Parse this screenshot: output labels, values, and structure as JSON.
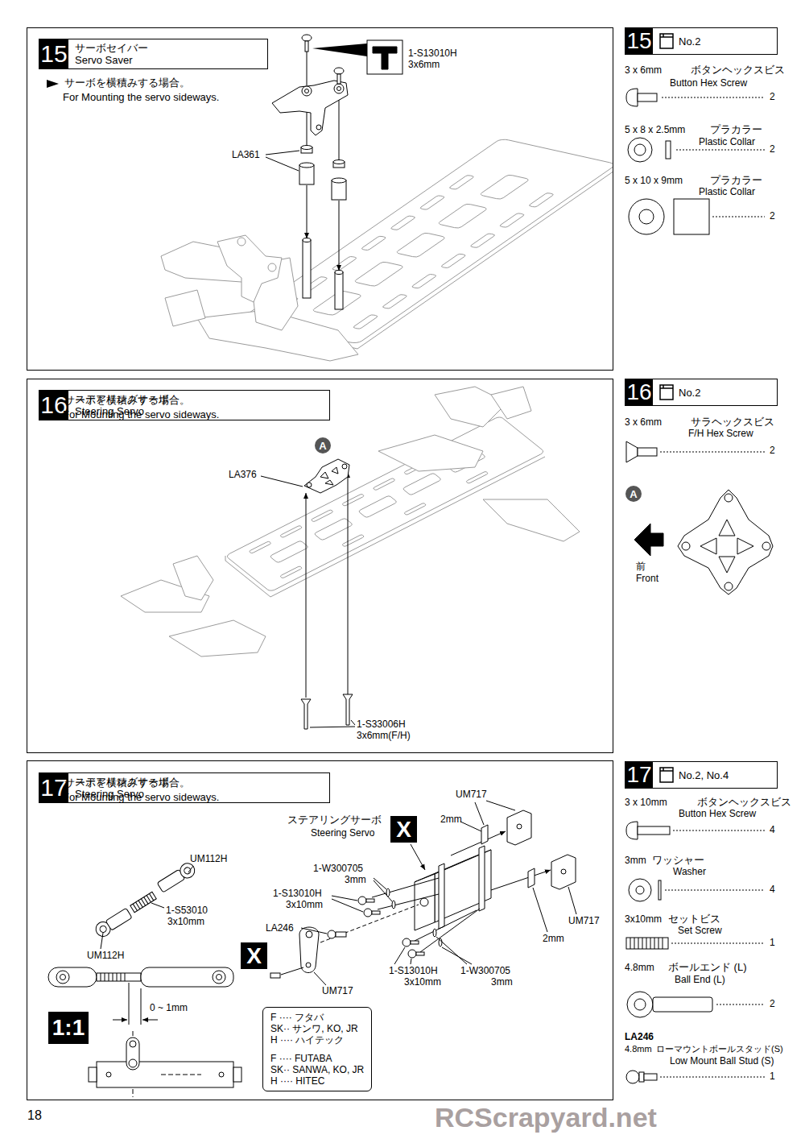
{
  "diagram": {
    "nodes": [
      {
        "text": [
          "15",
          "サーボセイバー",
          "Servo Saver"
        ]
      },
      {
        "text": [
          "15",
          "No.2"
        ]
      },
      {
        "text": [
          "16",
          "ステアリングサーボ",
          "Steering Servo"
        ]
      },
      {
        "text": [
          "A"
        ]
      },
      {
        "text": [
          "16",
          "No.2"
        ]
      },
      {
        "text": [
          "A"
        ]
      },
      {
        "text": [
          "17",
          "ステアリングサーボ",
          "Steering Servo"
        ]
      },
      {
        "text": [
          "X"
        ]
      },
      {
        "text": [
          "1:1"
        ]
      },
      {
        "text": [
          "X"
        ]
      },
      {
        "text": [
          "F ···· フタバ",
          "SK·· サンワ, KO, JR",
          "H ···· ハイテック",
          "F ···· FUTABA",
          "SK·· SANWA, KO, JR",
          "H ···· HITEC"
        ]
      },
      {
        "text": [
          "17",
          "No.2, No.4"
        ]
      }
    ],
    "labels": [
      "サーボを横積みする場合。",
      "For Mounting the servo sideways.",
      "1-S13010H",
      "3x6mm",
      "LA361",
      "3 x 6mm",
      "ボタンヘックスビス",
      "Button Hex Screw",
      "2",
      "5 x 8 x 2.5mm",
      "プラカラー",
      "Plastic Collar",
      "2",
      "5 x 10 x 9mm",
      "プラカラー",
      "Plastic Collar",
      "2",
      "サーボを横積みする場合。",
      "For Mounting the servo sideways.",
      "LA376",
      "1-S33006H",
      "3x6mm(F/H)",
      "3 x 6mm",
      "サラヘックスビス",
      "F/H Hex Screw",
      "2",
      "前",
      "Front",
      "サーボを横積みする場合。",
      "For Mounting the servo sideways.",
      "UM112H",
      "1-S53010",
      "3x10mm",
      "UM112H",
      "0 ~ 1mm",
      "ステアリングサーボ",
      "Steering Servo",
      "UM717",
      "2mm",
      "1-W300705",
      "3mm",
      "1-S13010H",
      "3x10mm",
      "LA246",
      "UM717",
      "UM717",
      "2mm",
      "1-S13010H",
      "3x10mm",
      "1-W300705",
      "3mm",
      "3 x 10mm",
      "ボタンヘックスビス",
      "Button Hex Screw",
      "4",
      "3mm",
      "ワッシャー",
      "Washer",
      "4",
      "3x10mm",
      "セットビス",
      "Set Screw",
      "1",
      "4.8mm",
      "ボールエンド (L)",
      "Ball End (L)",
      "2",
      "LA246",
      "4.8mm",
      "ローマウントボールスタッド(S)",
      "Low Mount Ball Stud (S)",
      "1",
      "18",
      "RCScrapyard.net"
    ]
  }
}
